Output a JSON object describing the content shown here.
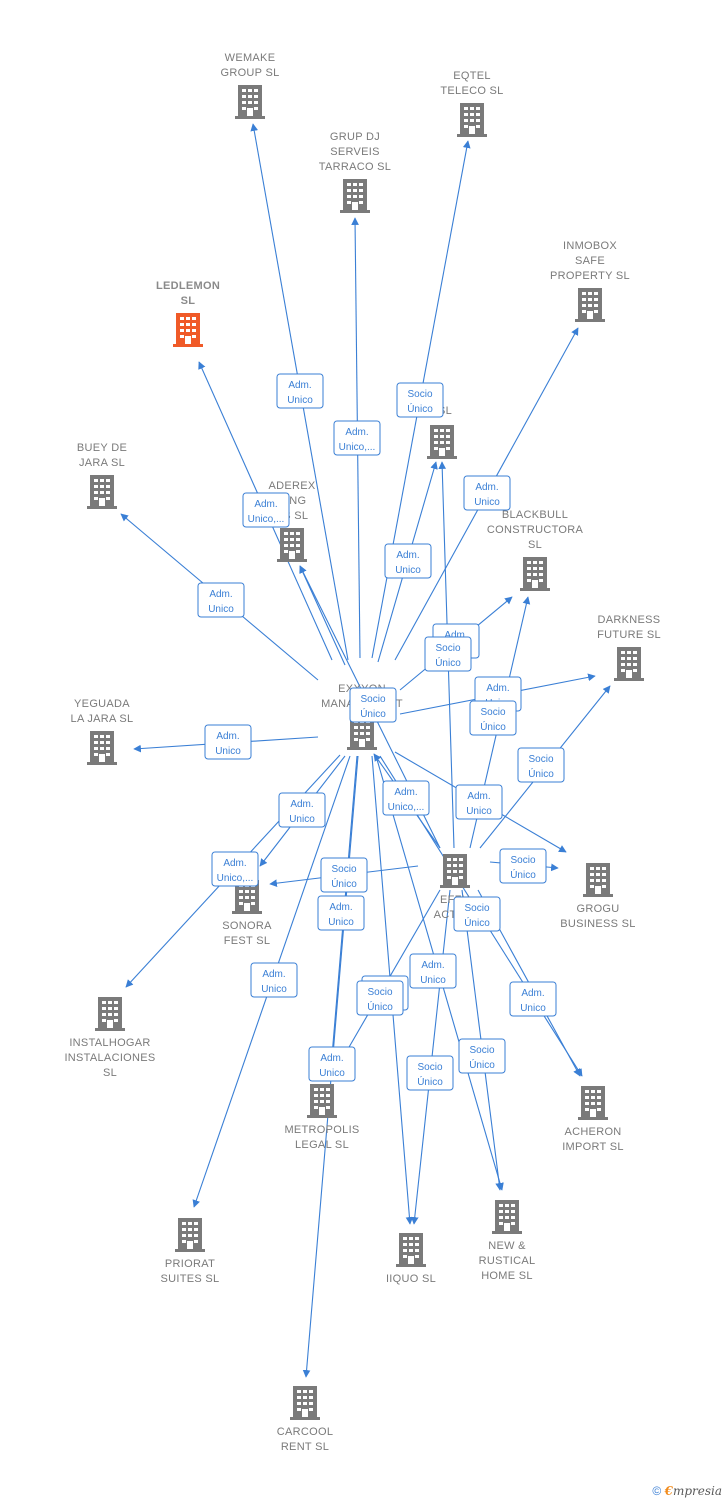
{
  "colors": {
    "edge": "#3a7fd5",
    "node": "#7a7a7a",
    "focus_node": "#f05a28"
  },
  "nodes": [
    {
      "id": "wemake",
      "label": [
        "WEMAKE",
        "GROUP  SL"
      ],
      "icon": "building-icon"
    },
    {
      "id": "eqtel",
      "label": [
        "EQTEL",
        "TELECO  SL"
      ],
      "icon": "building-icon"
    },
    {
      "id": "grupdj",
      "label": [
        "GRUP DJ",
        "SERVEIS",
        "TARRACO  SL"
      ],
      "icon": "building-icon"
    },
    {
      "id": "inmobox",
      "label": [
        "INMOBOX",
        "SAFE",
        "PROPERTY  SL"
      ],
      "icon": "building-icon"
    },
    {
      "id": "ledlemon",
      "label": [
        "LEDLEMON",
        "SL"
      ],
      "icon": "building-icon",
      "focus": true
    },
    {
      "id": "sports",
      "label": [
        "RTS  SL"
      ],
      "icon": "building-icon"
    },
    {
      "id": "bueydejara",
      "label": [
        "BUEY DE",
        "JARA  SL"
      ],
      "icon": "building-icon"
    },
    {
      "id": "aderex",
      "label": [
        "ADEREX",
        "DING",
        "ES  SL"
      ],
      "icon": "building-icon"
    },
    {
      "id": "blackbull",
      "label": [
        "BLACKBULL",
        "CONSTRUCTORA",
        "SL"
      ],
      "icon": "building-icon"
    },
    {
      "id": "darkness",
      "label": [
        "DARKNESS",
        "FUTURE  SL"
      ],
      "icon": "building-icon"
    },
    {
      "id": "exxyon",
      "label": [
        "EXXYON",
        "MANAGEMENT"
      ],
      "icon": "building-icon"
    },
    {
      "id": "yeguada",
      "label": [
        "YEGUADA",
        "LA JARA  SL"
      ],
      "icon": "building-icon"
    },
    {
      "id": "effu",
      "label": [
        "EFFU",
        "ACTIVO"
      ],
      "icon": "building-icon"
    },
    {
      "id": "grogu",
      "label": [
        "GROGU",
        "BUSINESS  SL"
      ],
      "icon": "building-icon"
    },
    {
      "id": "sonora",
      "label": [
        "SONORA",
        "FEST  SL"
      ],
      "icon": "building-icon"
    },
    {
      "id": "instalhogar",
      "label": [
        "INSTALHOGAR",
        "INSTALACIONES",
        "SL"
      ],
      "icon": "building-icon"
    },
    {
      "id": "metropolis",
      "label": [
        "METROPOLIS",
        "LEGAL  SL"
      ],
      "icon": "building-icon"
    },
    {
      "id": "acheron",
      "label": [
        "ACHERON",
        "IMPORT  SL"
      ],
      "icon": "building-icon"
    },
    {
      "id": "priorat",
      "label": [
        "PRIORAT",
        "SUITES  SL"
      ],
      "icon": "building-icon"
    },
    {
      "id": "iiquo",
      "label": [
        "IIQUO  SL"
      ],
      "icon": "building-icon"
    },
    {
      "id": "newrustical",
      "label": [
        "NEW &",
        "RUSTICAL",
        "HOME  SL"
      ],
      "icon": "building-icon"
    },
    {
      "id": "carcool",
      "label": [
        "CARCOOL",
        "RENT  SL"
      ],
      "icon": "building-icon"
    }
  ],
  "edges": [
    {
      "from": "exxyon",
      "to": "wemake",
      "label": [
        "Adm.",
        "Unico"
      ]
    },
    {
      "from": "exxyon",
      "to": "eqtel",
      "label": [
        "Socio",
        "Único"
      ]
    },
    {
      "from": "exxyon",
      "to": "grupdj",
      "label": [
        "Adm.",
        "Unico,..."
      ]
    },
    {
      "from": "exxyon",
      "to": "inmobox",
      "label": [
        "Adm.",
        "Unico"
      ]
    },
    {
      "from": "exxyon",
      "to": "ledlemon",
      "label": [
        "Adm.",
        "Unico,..."
      ]
    },
    {
      "from": "exxyon",
      "to": "sports",
      "label": [
        "Adm.",
        "Unico"
      ]
    },
    {
      "from": "exxyon",
      "to": "bueydejara",
      "label": [
        "Adm.",
        "Unico"
      ]
    },
    {
      "from": "exxyon",
      "to": "aderex",
      "label": []
    },
    {
      "from": "exxyon",
      "to": "blackbull",
      "label": [
        "Adm.",
        "Unico"
      ]
    },
    {
      "from": "exxyon",
      "to": "darkness",
      "label": [
        "Adm.",
        "Unico"
      ]
    },
    {
      "from": "exxyon",
      "to": "yeguada",
      "label": [
        "Adm.",
        "Unico"
      ]
    },
    {
      "from": "exxyon",
      "to": "grogu",
      "label": [
        "Adm.",
        "Unico"
      ]
    },
    {
      "from": "exxyon",
      "to": "instalhogar",
      "label": [
        "Adm.",
        "Unico,..."
      ]
    },
    {
      "from": "exxyon",
      "to": "sonora",
      "label": [
        "Adm.",
        "Unico"
      ]
    },
    {
      "from": "exxyon",
      "to": "metropolis",
      "label": [
        "Adm.",
        "Unico"
      ]
    },
    {
      "from": "exxyon",
      "to": "acheron",
      "label": [
        "Adm.",
        "Unico"
      ]
    },
    {
      "from": "exxyon",
      "to": "priorat",
      "label": [
        "Adm.",
        "Unico"
      ]
    },
    {
      "from": "exxyon",
      "to": "iiquo",
      "label": [
        "Adm.",
        "Unico"
      ]
    },
    {
      "from": "exxyon",
      "to": "newrustical",
      "label": [
        "Adm.",
        "Unico"
      ]
    },
    {
      "from": "exxyon",
      "to": "carcool",
      "label": [
        "Adm.",
        "Unico"
      ]
    },
    {
      "from": "effu",
      "to": "sports",
      "label": [
        "Socio",
        "Único"
      ]
    },
    {
      "from": "effu",
      "to": "blackbull",
      "label": [
        "Socio",
        "Único"
      ]
    },
    {
      "from": "effu",
      "to": "darkness",
      "label": [
        "Socio",
        "Único"
      ]
    },
    {
      "from": "effu",
      "to": "exxyon",
      "label": [
        "Adm.",
        "Unico,..."
      ]
    },
    {
      "from": "effu",
      "to": "grogu",
      "label": [
        "Socio",
        "Único"
      ]
    },
    {
      "from": "effu",
      "to": "sonora",
      "label": [
        "Socio",
        "Único"
      ]
    },
    {
      "from": "effu",
      "to": "metropolis",
      "label": [
        "Socio",
        "Único"
      ]
    },
    {
      "from": "effu",
      "to": "acheron",
      "label": [
        "Socio",
        "Único"
      ]
    },
    {
      "from": "effu",
      "to": "iiquo",
      "label": [
        "Socio",
        "Único"
      ]
    },
    {
      "from": "effu",
      "to": "newrustical",
      "label": [
        "Socio",
        "Único"
      ]
    },
    {
      "from": "effu",
      "to": "aderex",
      "label": [
        "Socio",
        "Único"
      ]
    }
  ],
  "footer": {
    "copyright": "©",
    "brand_first": "€",
    "brand_rest": "mpresia"
  }
}
